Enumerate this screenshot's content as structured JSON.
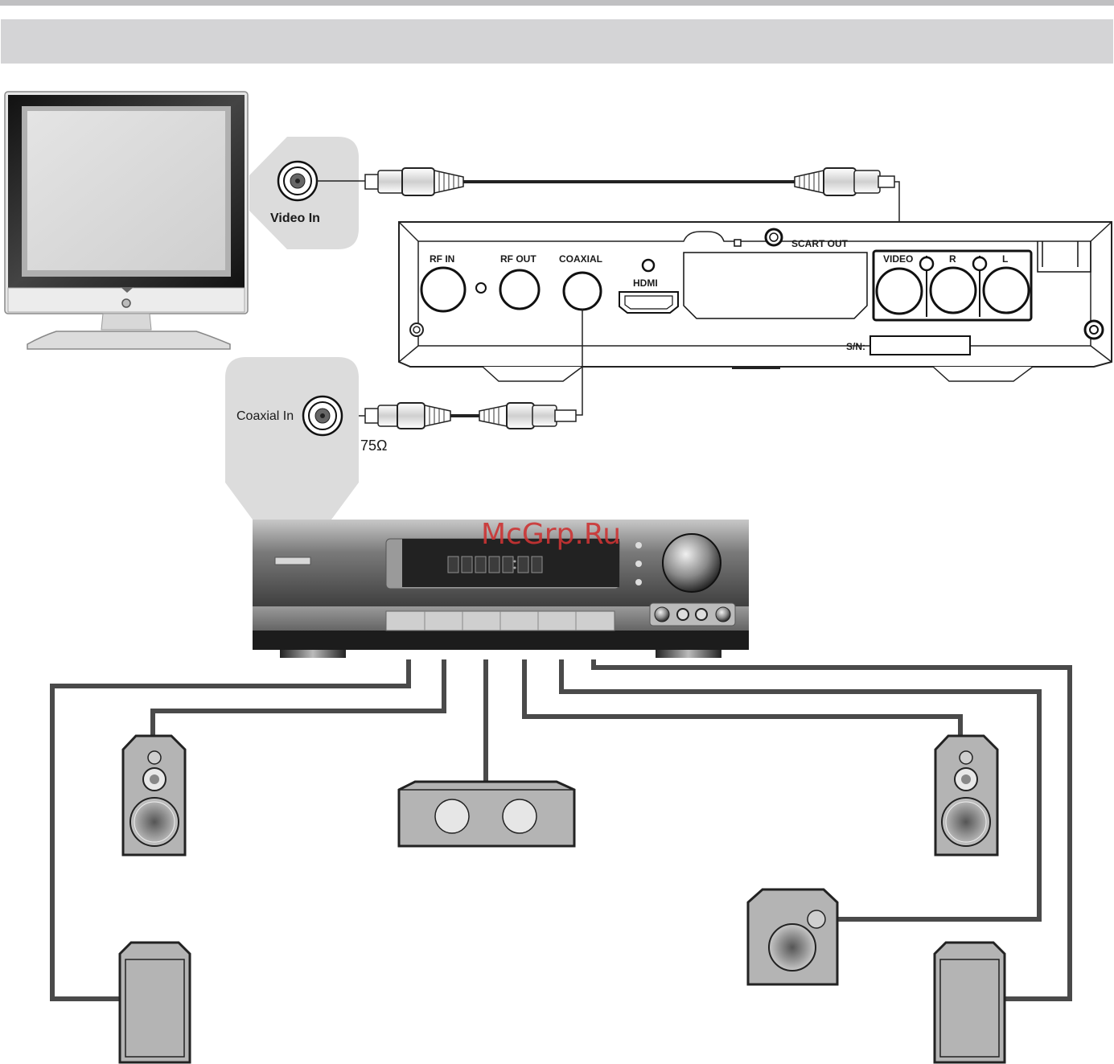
{
  "labels": {
    "video_in": "Video In",
    "coaxial_in": "Coaxial In",
    "impedance": "75Ω",
    "rf_in": "RF IN",
    "rf_out": "RF OUT",
    "coaxial": "COAXIAL",
    "hdmi": "HDMI",
    "scart_out": "SCART OUT",
    "video": "VIDEO",
    "audio_r": "R",
    "audio_l": "L",
    "serial_number": "S/N:",
    "watermark": "McGrp.Ru"
  },
  "colors": {
    "header_band": "#d4d4d6",
    "top_rule": "#c0c0c2",
    "callout_bg": "#dcdcdc",
    "cable": "#4a4a4a",
    "watermark": "#cc3333",
    "speaker_body": "#b4b4b4"
  }
}
